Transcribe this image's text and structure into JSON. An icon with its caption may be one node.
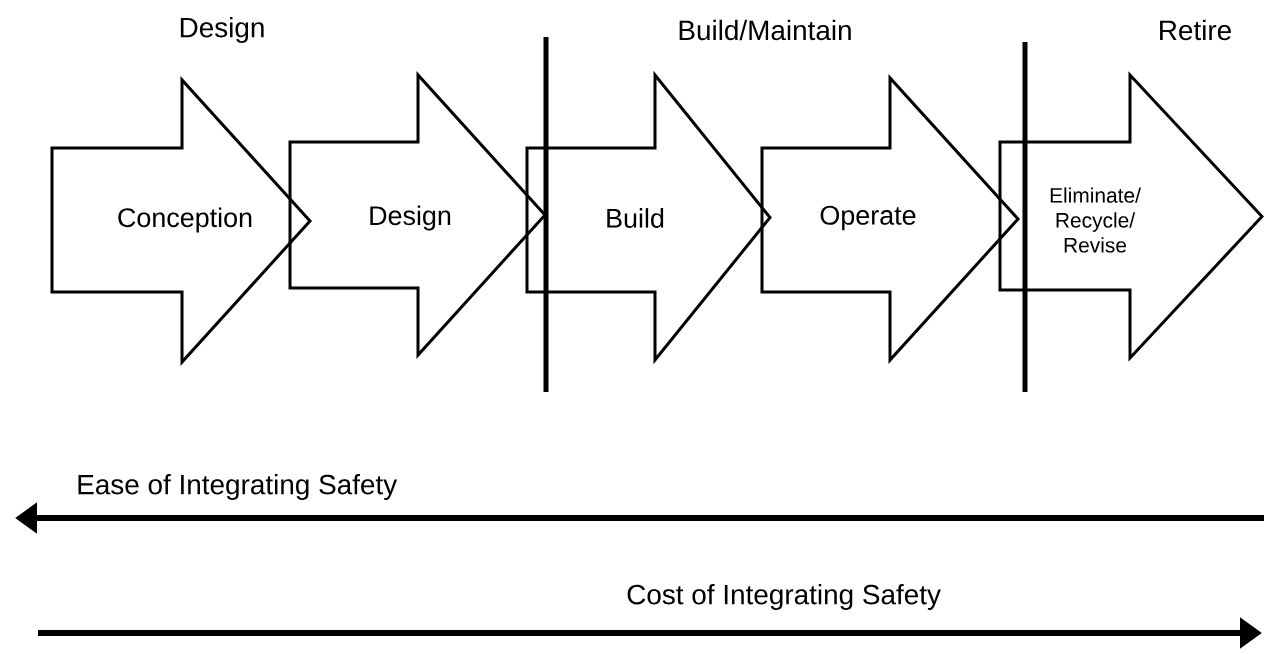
{
  "diagram": {
    "nodes": [
      {
        "text": [
          "Conception"
        ]
      },
      {
        "text": [
          "Design"
        ]
      },
      {
        "text": [
          "Build"
        ]
      },
      {
        "text": [
          "Operate"
        ]
      },
      {
        "text": [
          "Eliminate/ Recycle/ Revise"
        ]
      }
    ],
    "labels": [
      "Design",
      "Build/Maintain",
      "Retire",
      "Ease of Integrating Safety",
      "Cost of Integrating Safety"
    ]
  }
}
